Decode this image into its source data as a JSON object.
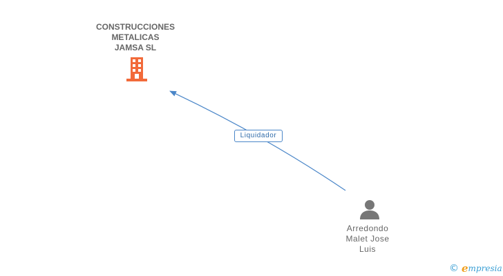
{
  "diagram": {
    "company": {
      "name_lines": [
        "CONSTRUCCIONES",
        "METALICAS",
        "JAMSA SL"
      ],
      "icon": "building-icon",
      "icon_color": "#f26a3a"
    },
    "relation": {
      "label": "Liquidador",
      "color": "#4a86c8"
    },
    "person": {
      "name_lines": [
        "Arredondo",
        "Malet Jose",
        "Luis"
      ],
      "icon": "person-icon",
      "icon_color": "#777777"
    }
  },
  "footer": {
    "copyright_symbol": "©",
    "brand_first_letter": "e",
    "brand_rest": "mpresia",
    "brand_accent": "#f0a020",
    "brand_color": "#3a9fd4"
  }
}
